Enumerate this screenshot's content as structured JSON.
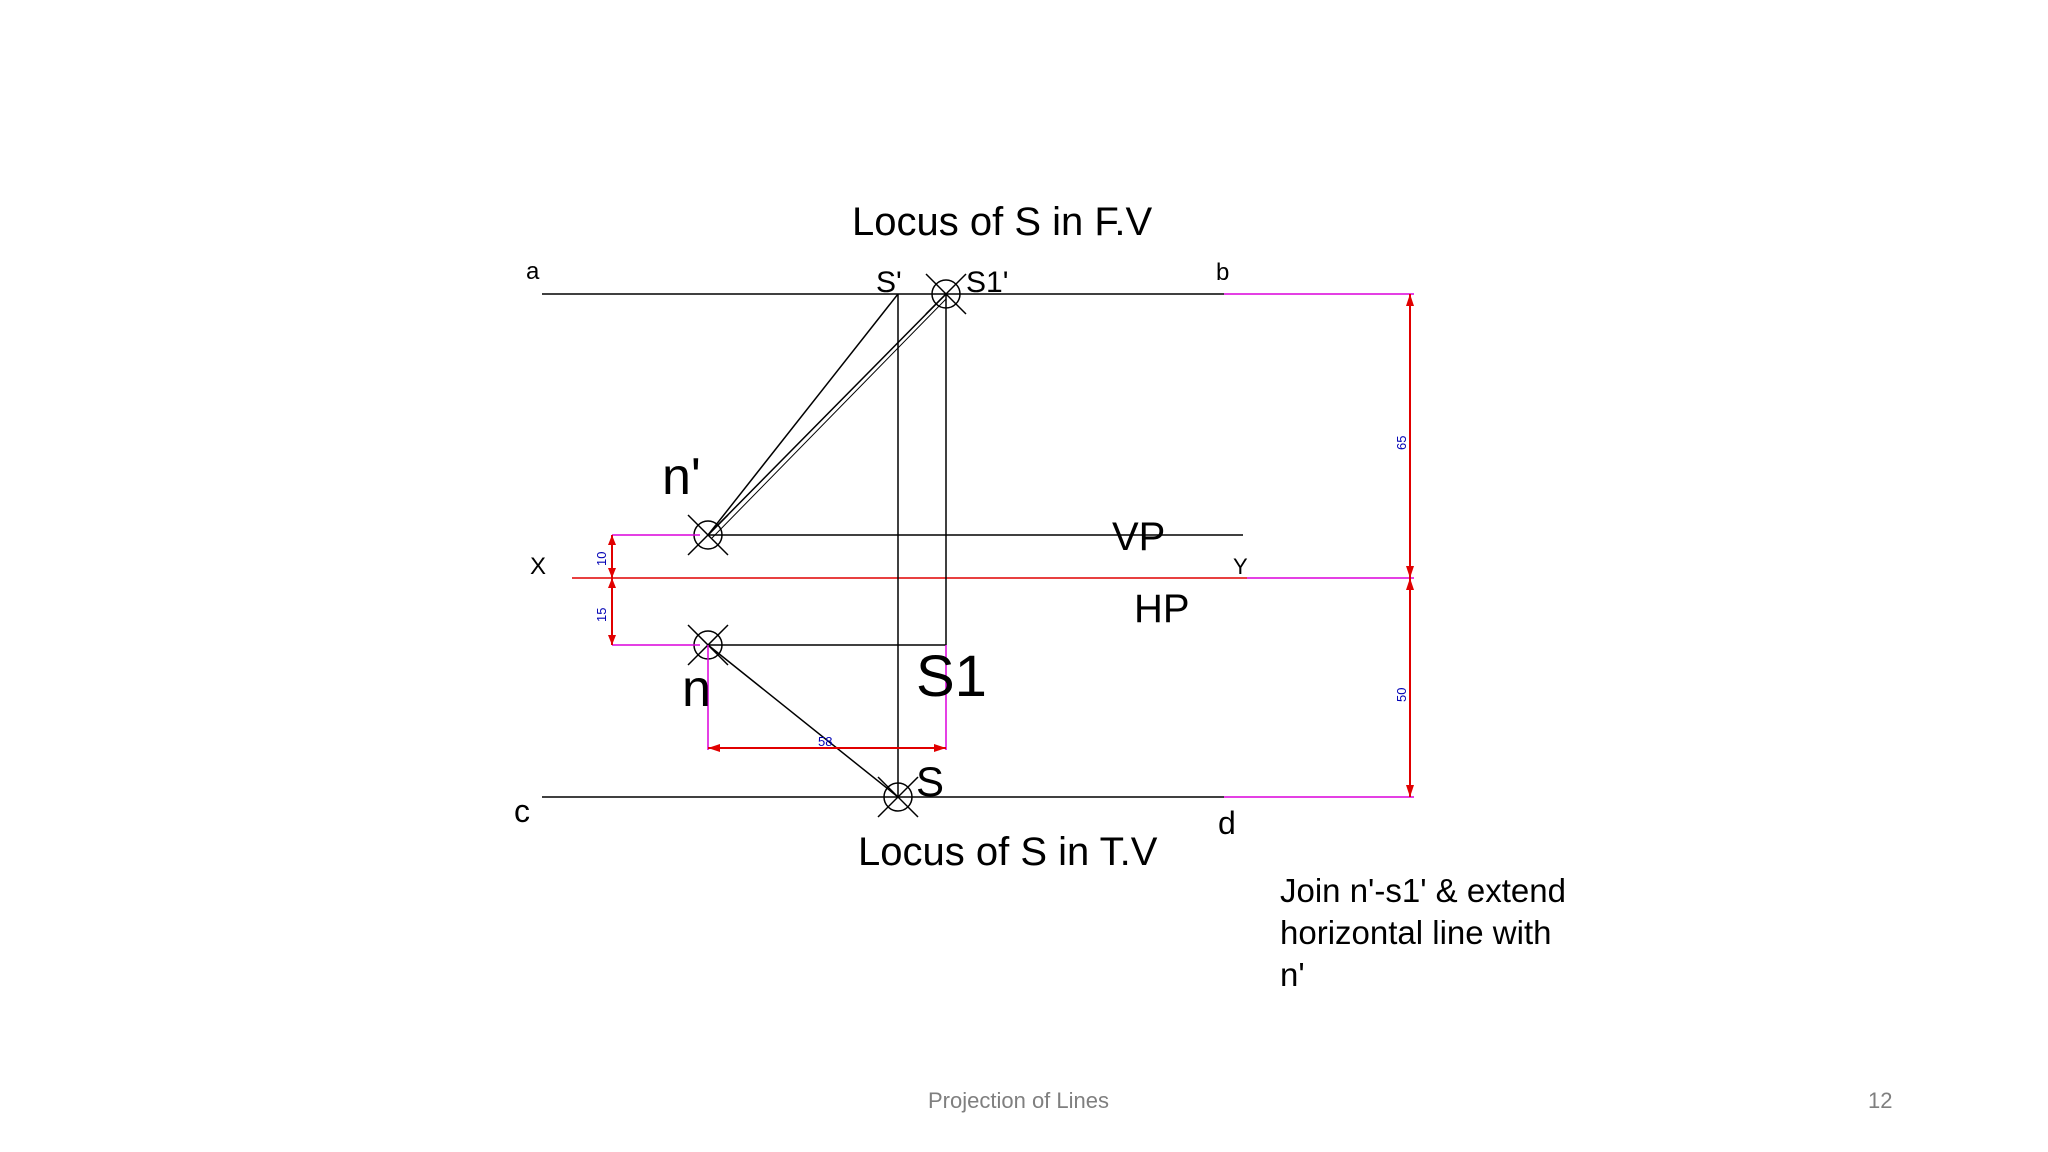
{
  "diagram": {
    "title_fv": "Locus of S in F.V",
    "title_tv": "Locus of S in T.V",
    "labels": {
      "a": "a",
      "b": "b",
      "c": "c",
      "d": "d",
      "x": "X",
      "y": "Y",
      "vp": "VP",
      "hp": "HP",
      "s_prime": "S'",
      "s1_prime": "S1'",
      "n_prime": "n'",
      "n": "n",
      "s": "S",
      "s1": "S1"
    },
    "dimensions": {
      "d10": "10",
      "d15": "15",
      "d65": "65",
      "d50": "50",
      "d58": "58"
    },
    "note": [
      "Join n'-s1' & extend",
      "horizontal line with",
      "n'"
    ],
    "colors": {
      "line": "#000000",
      "dim": "#e10000",
      "ext": "#dc00dc",
      "dim_text": "#0000b4"
    }
  },
  "footer": {
    "title": "Projection of Lines",
    "page": "12"
  }
}
